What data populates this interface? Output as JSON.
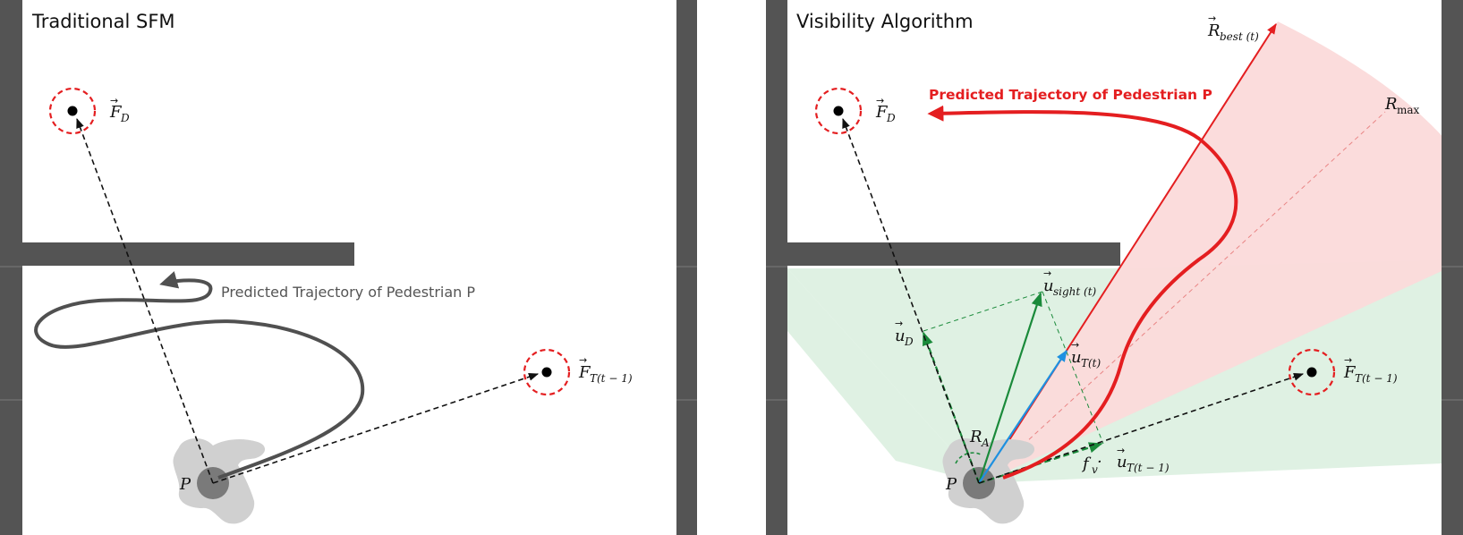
{
  "left_panel": {
    "title": "Traditional SFM",
    "trajectory_label": "Predicted Trajectory of Pedestrian P",
    "pedestrian_label": "P",
    "destination_force": {
      "symbol": "F",
      "subscript": "D"
    },
    "target_force": {
      "symbol": "F",
      "subscript": "T(t − 1)"
    }
  },
  "right_panel": {
    "title": "Visibility Algorithm",
    "trajectory_label": "Predicted Trajectory of Pedestrian P",
    "pedestrian_label": "P",
    "destination_force": {
      "symbol": "F",
      "subscript": "D"
    },
    "target_force": {
      "symbol": "F",
      "subscript": "T(t − 1)"
    },
    "best_direction": {
      "symbol": "R",
      "subscript": "best (t)"
    },
    "max_range": {
      "symbol": "R",
      "subscript": "max"
    },
    "attention_radius": {
      "symbol": "R",
      "subscript": "A"
    },
    "destination_unit": {
      "symbol": "u",
      "subscript": "D"
    },
    "sight_unit": {
      "symbol": "u",
      "subscript": "sight (t)"
    },
    "target_unit": {
      "symbol": "u",
      "subscript": "T(t)"
    },
    "weighted_target": {
      "prefix": "f",
      "prefix_sub": "v",
      "dot": " · ",
      "symbol": "u",
      "subscript": "T(t − 1)"
    }
  },
  "colors": {
    "wall": "#545454",
    "dark_trajectory": "#505050",
    "red": "#e41e20",
    "green": "#1a8a3a",
    "blue": "#1e90e0",
    "pink_fov": "#fbdada",
    "green_fov": "#dcf0e0",
    "pedestrian_body": "#d0d0d0",
    "pedestrian_head": "#7a7a7a"
  }
}
